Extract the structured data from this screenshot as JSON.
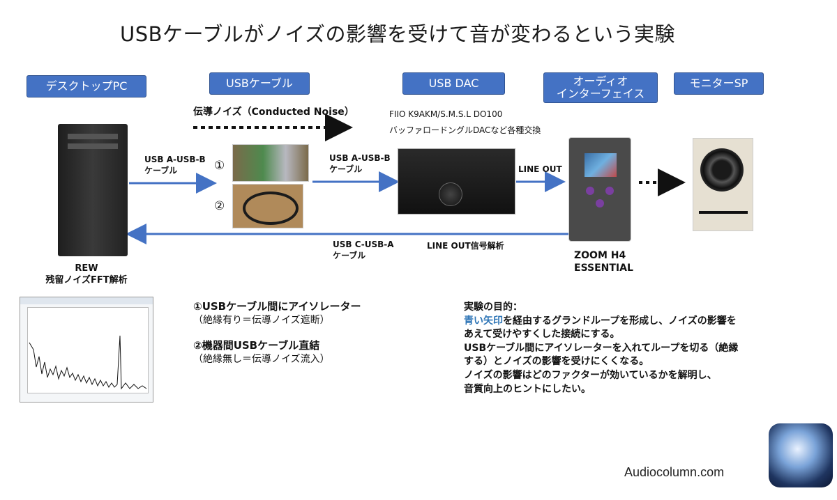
{
  "title": "USBケーブルがノイズの影響を受けて音が変わるという実験",
  "colors": {
    "box_fill": "#4472c4",
    "arrow": "#4472c4",
    "highlight_text": "#2e75b6"
  },
  "boxes": {
    "pc": "デスクトップPC",
    "cable": "USBケーブル",
    "dac": "USB DAC",
    "interface_line1": "オーディオ",
    "interface_line2": "インターフェイス",
    "monitor": "モニターSP"
  },
  "conducted_noise": "伝導ノイズ（Conducted Noise）",
  "dac_models": "FIIO K9AKM/S.M.S.L DO100",
  "dac_swap": "バッファロードングルDACなど各種交換",
  "cable_labels": {
    "pc_to_cable_1": "USB A-USB-B",
    "pc_to_cable_2": "ケーブル",
    "cable_to_dac_1": "USB A-USB-B",
    "cable_to_dac_2": "ケーブル",
    "line_out": "LINE OUT",
    "return_1": "USB C-USB-A",
    "return_2": "ケーブル",
    "line_out_analysis": "LINE OUT信号解析"
  },
  "markers": {
    "one": "①",
    "two": "②"
  },
  "rew": {
    "line1": "REW",
    "line2": "残留ノイズFFT解析"
  },
  "zoom": {
    "line1": "ZOOM H4",
    "line2": "ESSENTIAL"
  },
  "options": {
    "opt1_title": "①USBケーブル間にアイソレーター",
    "opt1_sub": "（絶縁有り＝伝導ノイズ遮断）",
    "opt2_title": "②機器間USBケーブル直結",
    "opt2_sub": "（絶縁無し＝伝導ノイズ流入）"
  },
  "purpose": {
    "heading": "実験の目的：",
    "highlight": "青い矢印",
    "line1_rest": "を経由するグランドループを形成し、ノイズの影響を",
    "line2": "あえて受けやすくした接続にする。",
    "line3": "USBケーブル間にアイソレーターを入れてループを切る（絶縁",
    "line4": "する）とノイズの影響を受けにくくなる。",
    "line5": "ノイズの影響はどのファクターが効いているかを解明し、",
    "line6": "音質向上のヒントにしたい。"
  },
  "site": "Audiocolumn.com"
}
